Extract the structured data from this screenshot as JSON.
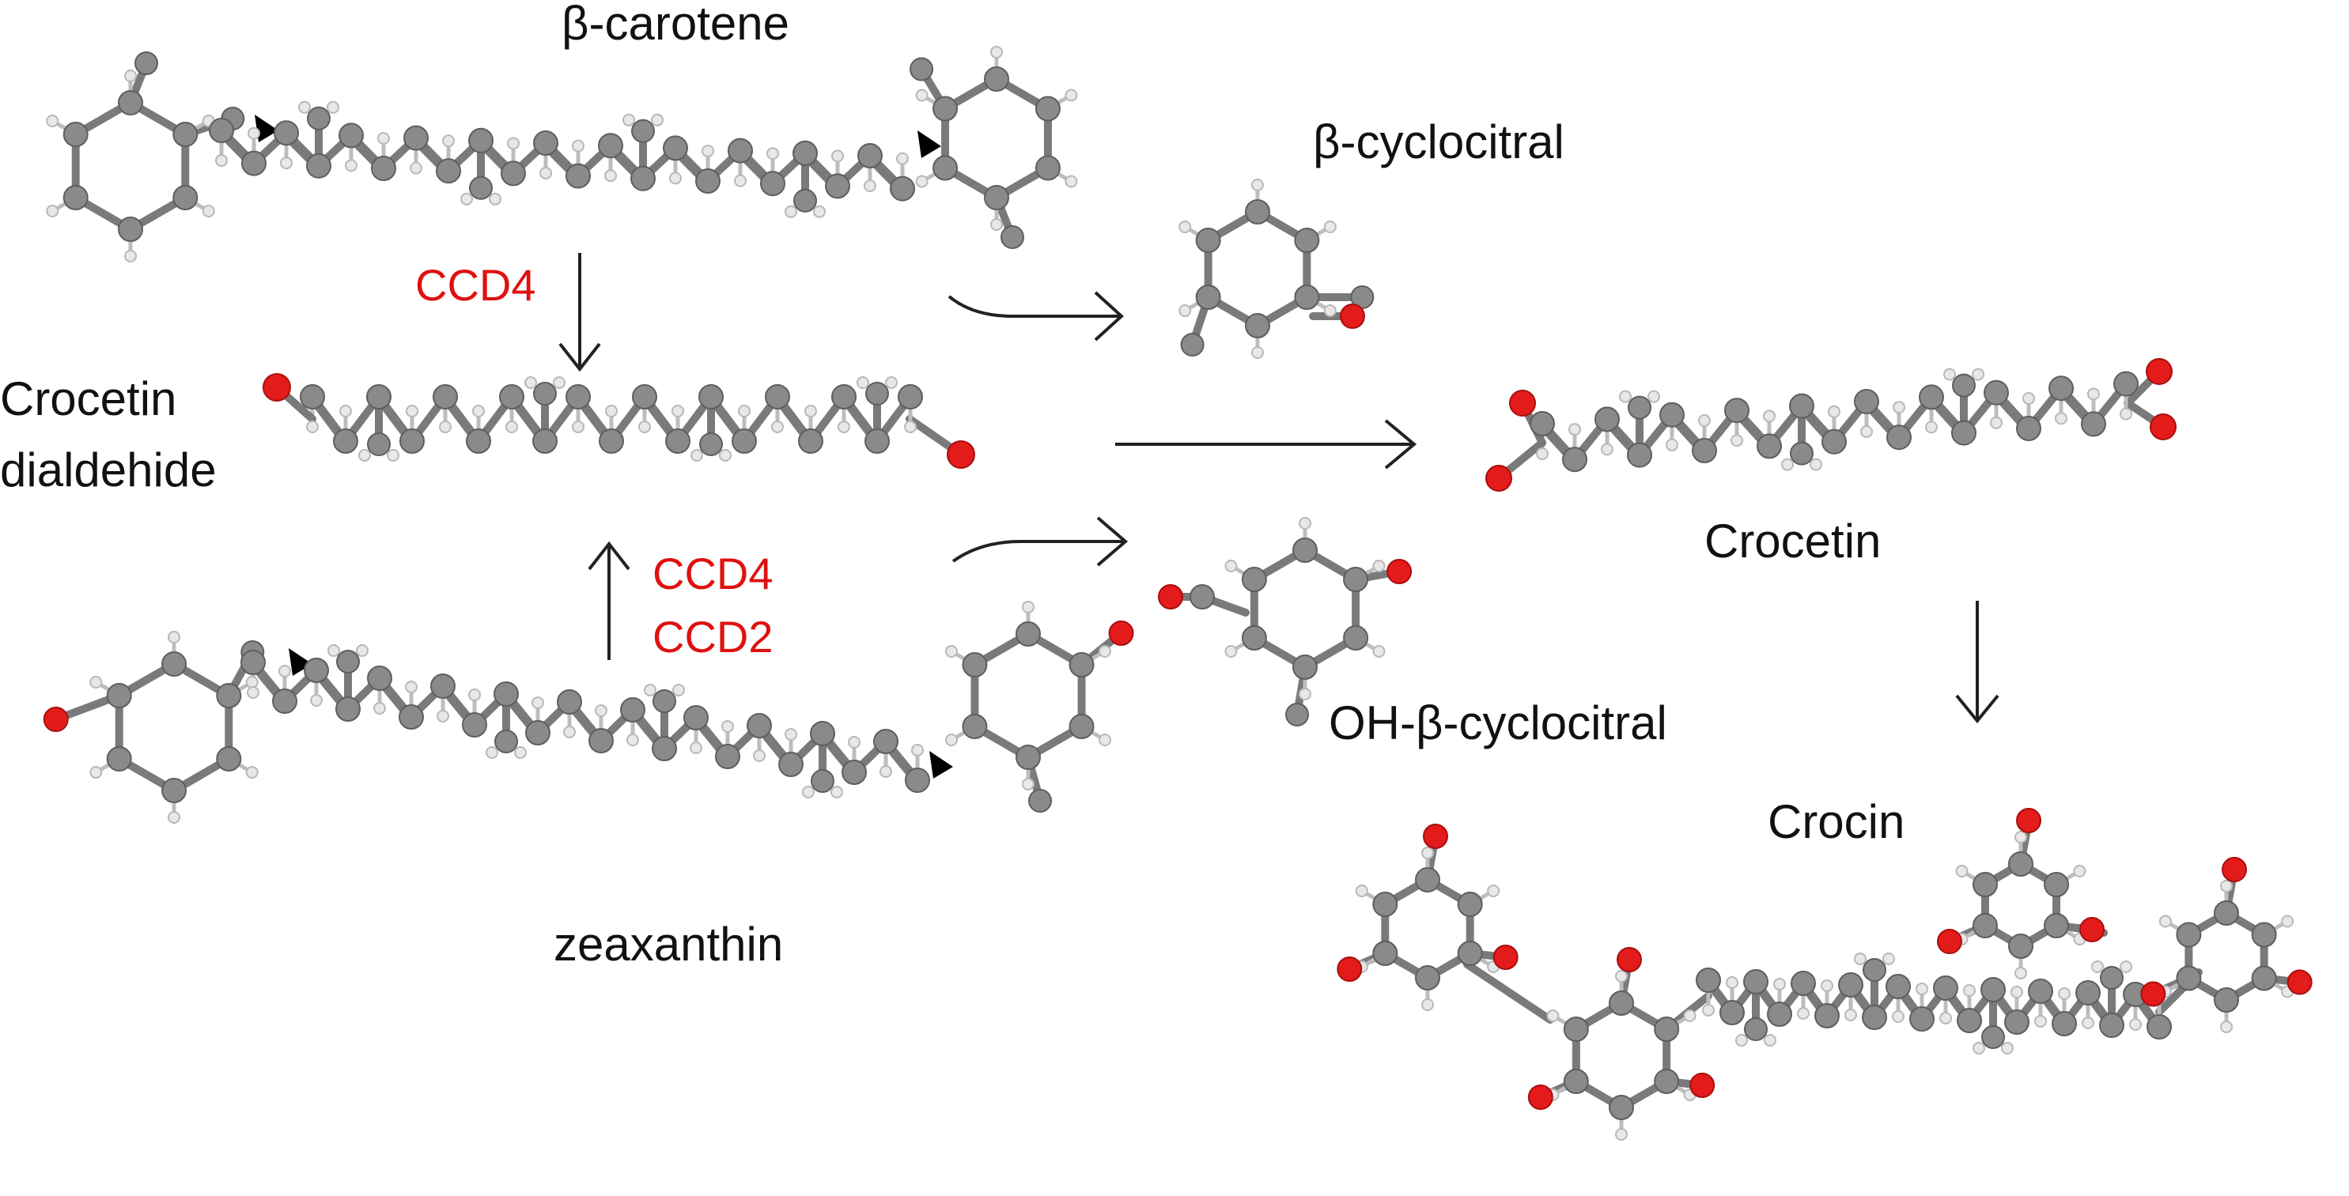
{
  "labels": {
    "beta_carotene": "β-carotene",
    "beta_cyclocitral": "β-cyclocitral",
    "crocetin_dialdehide_1": "Crocetin",
    "crocetin_dialdehide_2": "dialdehide",
    "crocetin": "Crocetin",
    "oh_beta_cyclocitral": "OH-β-cyclocitral",
    "zeaxanthin": "zeaxanthin",
    "crocin": "Crocin"
  },
  "enzymes": {
    "top": "CCD4",
    "bottom_1": "CCD4",
    "bottom_2": "CCD2"
  },
  "colors": {
    "carbon": "#8a8a8a",
    "hydrogen": "#e8e8e8",
    "oxygen": "#e41b1b",
    "enzyme_text": "#e01010",
    "arrow": "#222222",
    "cleavage_marker": "#000000"
  }
}
